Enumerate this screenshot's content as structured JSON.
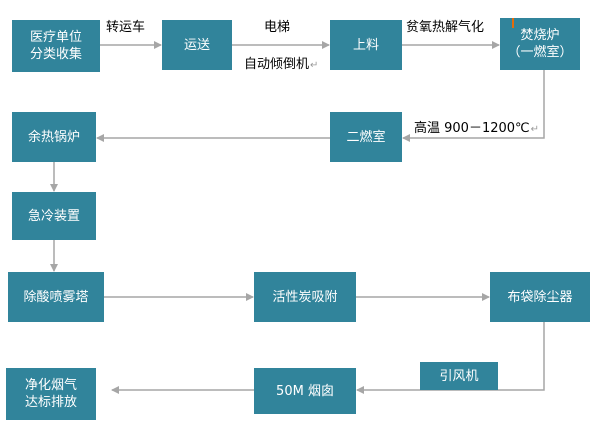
{
  "nodes": {
    "collection": "医疗单位\n分类收集",
    "transport": "运送",
    "loading": "上料",
    "incinerator": "焚烧炉\n（一燃室）",
    "secondary_chamber": "二燃室",
    "waste_heat_boiler": "余热锅炉",
    "quench": "急冷装置",
    "acid_spray_tower": "除酸喷雾塔",
    "activated_carbon": "活性炭吸附",
    "bag_filter": "布袋除尘器",
    "induced_fan": "引风机",
    "chimney": "50M 烟囱",
    "discharge": "净化烟气\n达标排放"
  },
  "edge_labels": {
    "transfer_vehicle": "转运车",
    "elevator": "电梯",
    "auto_dumper": "自动倾倒机",
    "pyrolysis": "贫氧热解气化",
    "high_temp": "高温 900－1200℃",
    "return_mark": "↵"
  },
  "colors": {
    "box_fill": "#31849b",
    "box_text": "#ffffff",
    "arrow": "#a6a6a6",
    "label_text": "#000000",
    "cursor_mark": "#e46c0a"
  }
}
